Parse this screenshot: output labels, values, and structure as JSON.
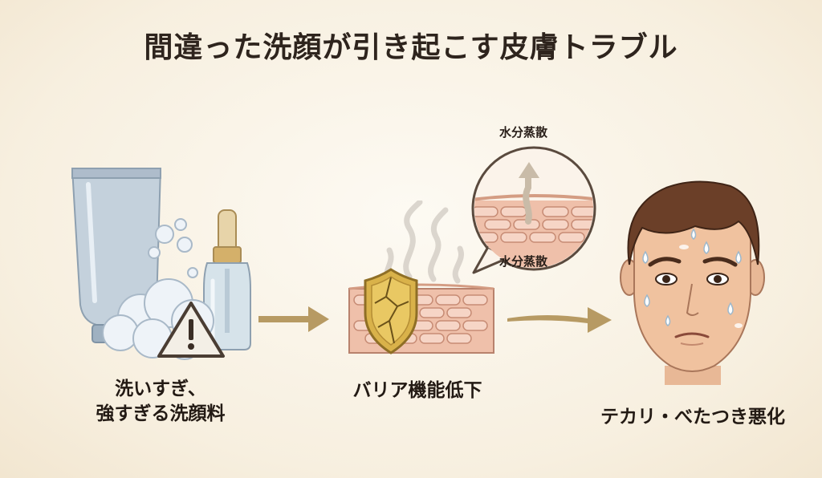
{
  "title": "間違った洗顔が引き起こす皮膚トラブル",
  "steps": [
    {
      "label_line1": "洗いすぎ、",
      "label_line2": "強すぎる洗顔料"
    },
    {
      "label": "バリア機能低下"
    },
    {
      "label": "テカリ・べたつき悪化"
    }
  ],
  "callout": {
    "top_label": "水分蒸散",
    "inner_label": "水分蒸散"
  },
  "colors": {
    "arrow": "#b79a63",
    "skin": "#efc0aa",
    "shield": "#d9b24a"
  }
}
